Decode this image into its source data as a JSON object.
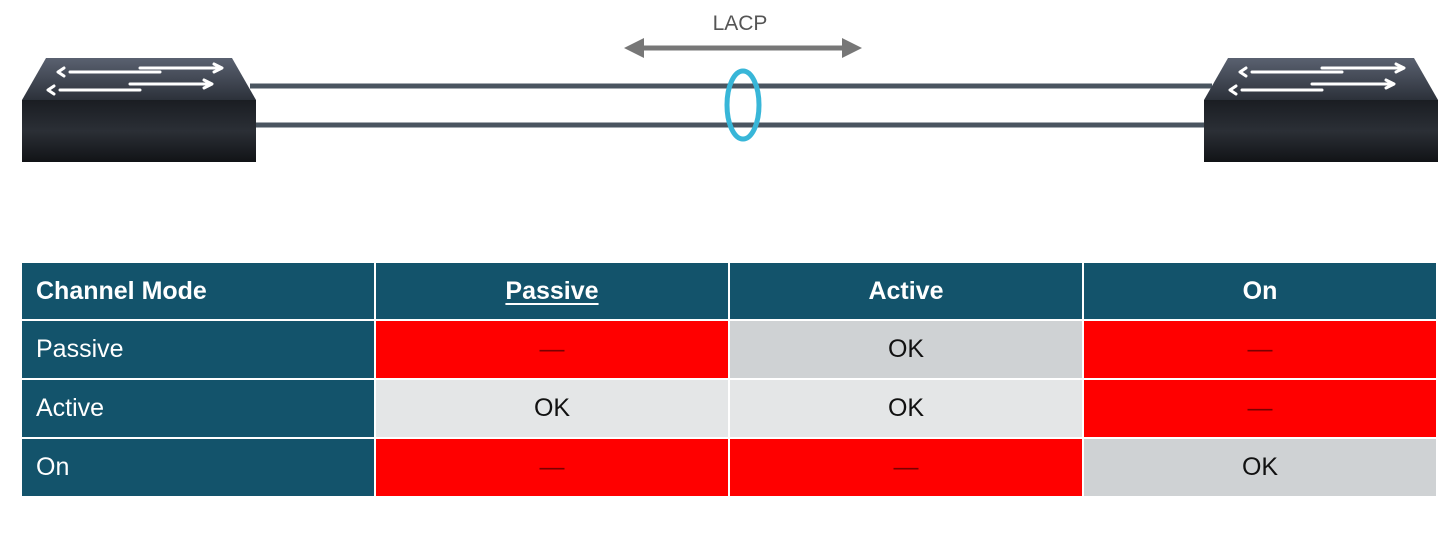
{
  "diagram": {
    "protocol_label": "LACP",
    "switch_left_icon": "network-switch-icon",
    "switch_right_icon": "network-switch-icon",
    "bundle_icon": "etherchannel-bundle-icon",
    "colors": {
      "bundle": "#38b6d8",
      "arrow": "#777777",
      "link": "#4a5560"
    }
  },
  "table": {
    "corner": "Channel Mode",
    "columns": [
      "Passive",
      "Active",
      "On"
    ],
    "rows": [
      {
        "label": "Passive",
        "cells": [
          {
            "text": "—",
            "status": "no"
          },
          {
            "text": "OK",
            "status": "ok-a"
          },
          {
            "text": "—",
            "status": "no"
          }
        ]
      },
      {
        "label": "Active",
        "cells": [
          {
            "text": "OK",
            "status": "ok-b"
          },
          {
            "text": "OK",
            "status": "ok-b"
          },
          {
            "text": "—",
            "status": "no"
          }
        ]
      },
      {
        "label": "On",
        "cells": [
          {
            "text": "—",
            "status": "no"
          },
          {
            "text": "—",
            "status": "no"
          },
          {
            "text": "OK",
            "status": "ok-a"
          }
        ]
      }
    ],
    "colors": {
      "header": "#13536b",
      "incompatible": "#ff0000",
      "ok": "#cfd2d4",
      "ok_alt": "#e4e6e7"
    }
  }
}
